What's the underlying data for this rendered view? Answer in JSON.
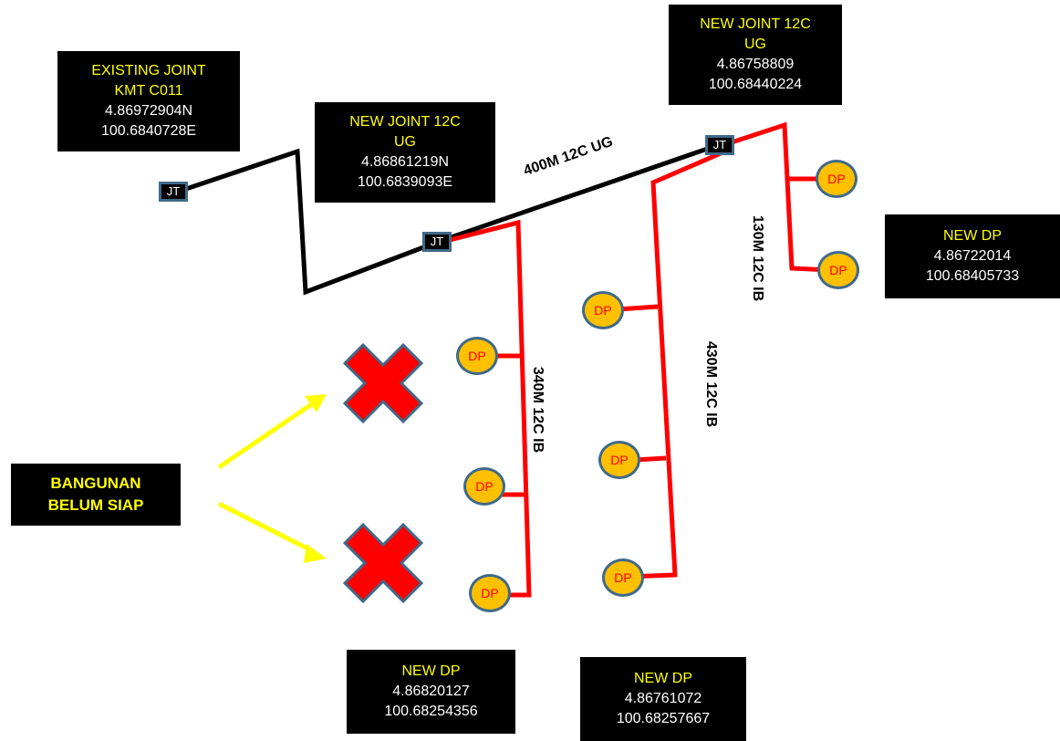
{
  "colors": {
    "ug_cable": "#000000",
    "ib_cable": "#ff0000",
    "label_text": "#ffff00",
    "dp_fill": "#ffc000",
    "dp_text": "#ff0000",
    "node_border": "#3f6a8a",
    "cross": "#ff0000",
    "arrow": "#ffff00"
  },
  "boxes": {
    "existing_joint": {
      "title_1": "EXISTING JOINT",
      "title_2": "KMT C011",
      "lat": "4.86972904N",
      "lon": "100.6840728E"
    },
    "new_joint_a": {
      "title_1": "NEW JOINT 12C",
      "title_2": "UG",
      "lat": "4.86861219N",
      "lon": "100.6839093E"
    },
    "new_joint_b": {
      "title_1": "NEW JOINT 12C",
      "title_2": "UG",
      "lat": "4.86758809",
      "lon": "100.68440224"
    },
    "new_dp_right": {
      "title": "NEW DP",
      "lat": "4.86722014",
      "lon": "100.68405733"
    },
    "new_dp_bottom_a": {
      "title": "NEW DP",
      "lat": "4.86820127",
      "lon": "100.68254356"
    },
    "new_dp_bottom_b": {
      "title": "NEW DP",
      "lat": "4.86761072",
      "lon": "100.68257667"
    }
  },
  "joint_label": "JT",
  "dp_label": "DP",
  "cables": {
    "ug_400": "400M 12C UG",
    "ib_340": "340M 12C IB",
    "ib_430": "430M 12C IB",
    "ib_130": "130M 12C IB"
  },
  "callout": {
    "line_1": "BANGUNAN",
    "line_2": "BELUM SIAP"
  }
}
